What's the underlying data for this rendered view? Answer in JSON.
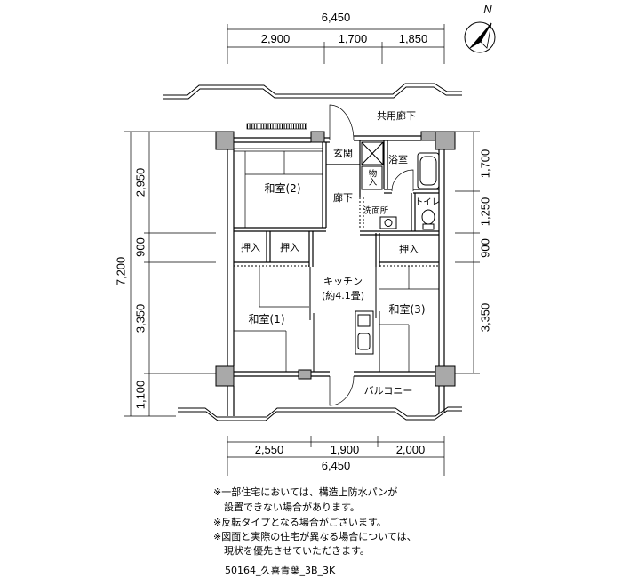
{
  "north_label": "N",
  "top_dimensions": {
    "total": "6,450",
    "segments": [
      "2,900",
      "1,700",
      "1,850"
    ]
  },
  "left_dimensions": {
    "total": "7,200",
    "segments": [
      "2,950",
      "900",
      "3,350",
      "1,100"
    ]
  },
  "right_dimensions": {
    "segments": [
      "1,700",
      "1,250",
      "900",
      "3,350"
    ]
  },
  "bottom_dimensions": {
    "total": "6,450",
    "segments": [
      "2,550",
      "1,900",
      "2,000"
    ]
  },
  "rooms": {
    "common_corridor": "共用廊下",
    "entrance": "玄関",
    "storage": "物入",
    "hallway": "廊下",
    "bathroom": "浴室",
    "washroom": "洗面所",
    "toilet": "トイレ",
    "washitsu_2": "和室(2)",
    "closet_left": "押入",
    "closet_middle": "押入",
    "closet_right": "押入",
    "kitchen": "キッチン",
    "kitchen_size": "(約4.1畳)",
    "washitsu_1": "和室(1)",
    "washitsu_3": "和室(3)",
    "balcony": "バルコニー"
  },
  "notes": [
    "※一部住宅においては、構造上防水パンが",
    "設置できない場合があります。",
    "※反転タイプとなる場合がございます。",
    "※図面と実際の住宅が異なる場合については、",
    "現状を優先させていただきます。"
  ],
  "footer_code": "50164_久喜青葉_3B_3K",
  "icons": {
    "north_arrow": "north-arrow-icon",
    "bathtub": "bathtub-icon",
    "toilet": "toilet-icon",
    "sink": "sink-icon",
    "kitchen_counter": "kitchen-counter-icon",
    "shoe_cabinet": "shoe-cabinet-icon"
  },
  "colors": {
    "column_fill": "#a9a9a9",
    "line": "#000000",
    "background": "#ffffff"
  }
}
